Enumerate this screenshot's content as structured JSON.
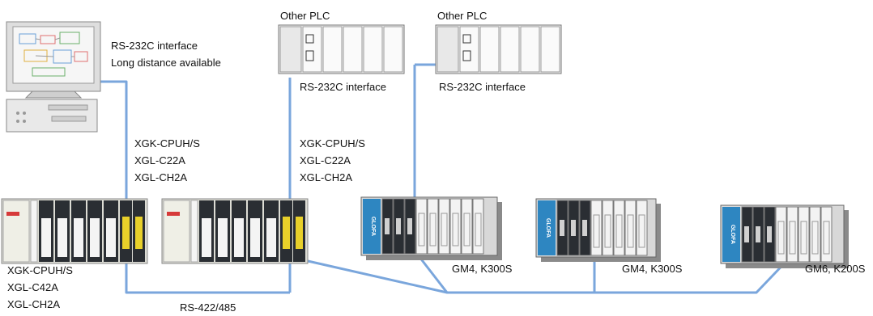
{
  "colors": {
    "cable": "#7aa6dc",
    "plc_dark": "#2a2e33",
    "plc_blue": "#2e86c1",
    "plc_beige": "#efefe6",
    "plc_red": "#d63a3a",
    "connector_yellow": "#e8d02a"
  },
  "labels": {
    "pc_note_1": "RS-232C interface",
    "pc_note_2": "Long distance available",
    "other_plc_1": "Other PLC",
    "other_plc_2": "Other PLC",
    "rs232_label_1": "RS-232C interface",
    "rs232_label_2": "RS-232C interface",
    "xgk_group_1": [
      "XGK-CPUH/S",
      "XGL-C22A",
      "XGL-CH2A"
    ],
    "xgk_group_2": [
      "XGK-CPUH/S",
      "XGL-C22A",
      "XGL-CH2A"
    ],
    "xgk_group_3": [
      "XGK-CPUH/S",
      "XGL-C42A",
      "XGL-CH2A"
    ],
    "gm4_1": "GM4, K300S",
    "gm4_2": "GM4, K300S",
    "gm6": "GM6, K200S",
    "bus": "RS-422/485",
    "brand": "GLOFA"
  },
  "icons": [
    "pc-workstation-icon",
    "other-plc-icon",
    "xgk-plc-icon",
    "glofa-plc-icon"
  ]
}
